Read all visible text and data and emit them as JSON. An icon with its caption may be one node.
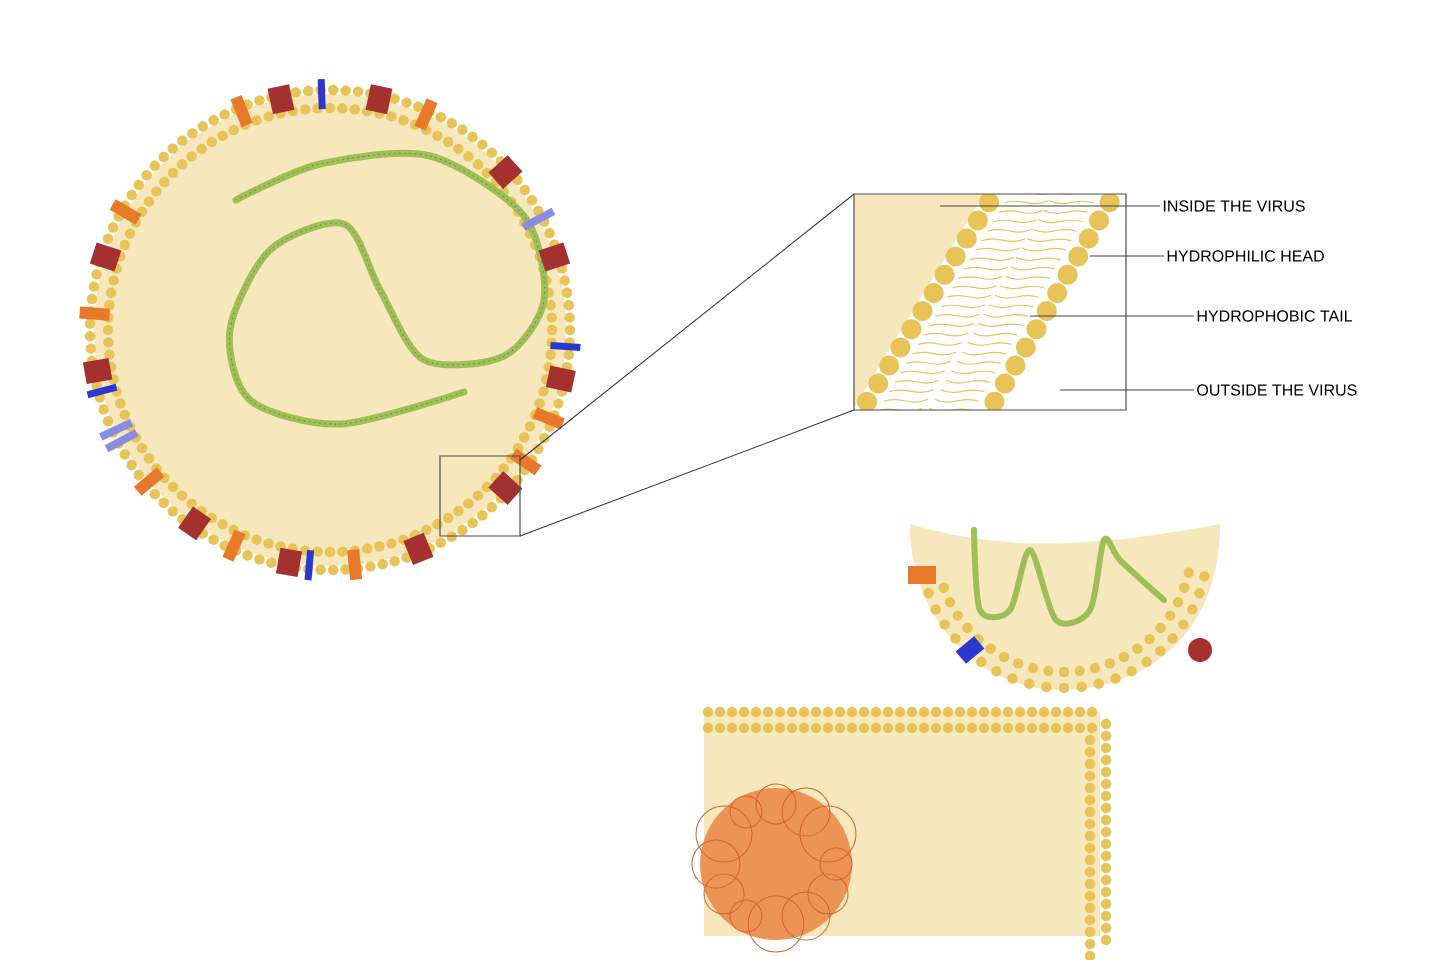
{
  "diagram": {
    "nodes": [
      {
        "text": [
          "INSIDE THE VIRUS"
        ]
      },
      {
        "text": [
          "HYDROPHILIC HEAD"
        ]
      },
      {
        "text": [
          "HYDROPHOBIC TAIL"
        ]
      },
      {
        "text": [
          "OUTSIDE THE VIRUS"
        ]
      }
    ],
    "edges": [
      {
        "from": 0,
        "to": null,
        "arrow": "none"
      },
      {
        "from": 1,
        "to": null,
        "arrow": "none"
      },
      {
        "from": 2,
        "to": null,
        "arrow": "none"
      },
      {
        "from": 3,
        "to": null,
        "arrow": "none"
      }
    ]
  }
}
